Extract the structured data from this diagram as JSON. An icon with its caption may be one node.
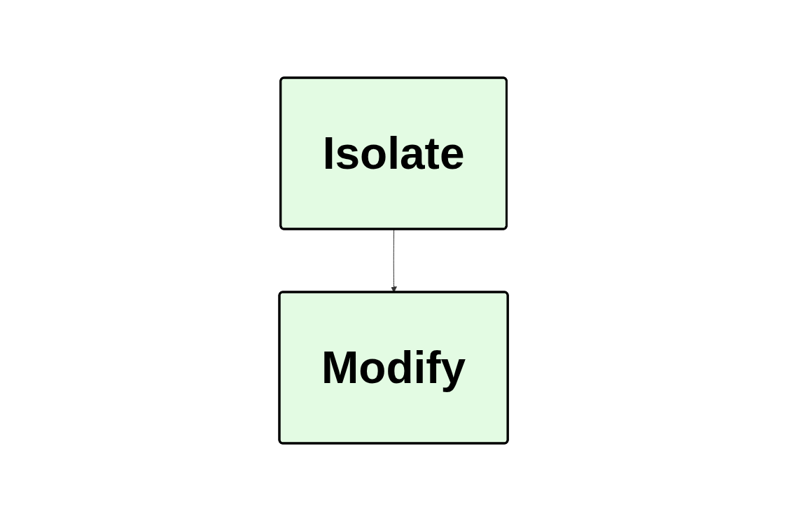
{
  "diagram": {
    "nodes": [
      {
        "text": [
          "Isolate"
        ]
      },
      {
        "text": [
          "Modify"
        ]
      }
    ],
    "edges": [
      {
        "from": 0,
        "to": 1,
        "arrow": "to"
      }
    ]
  }
}
